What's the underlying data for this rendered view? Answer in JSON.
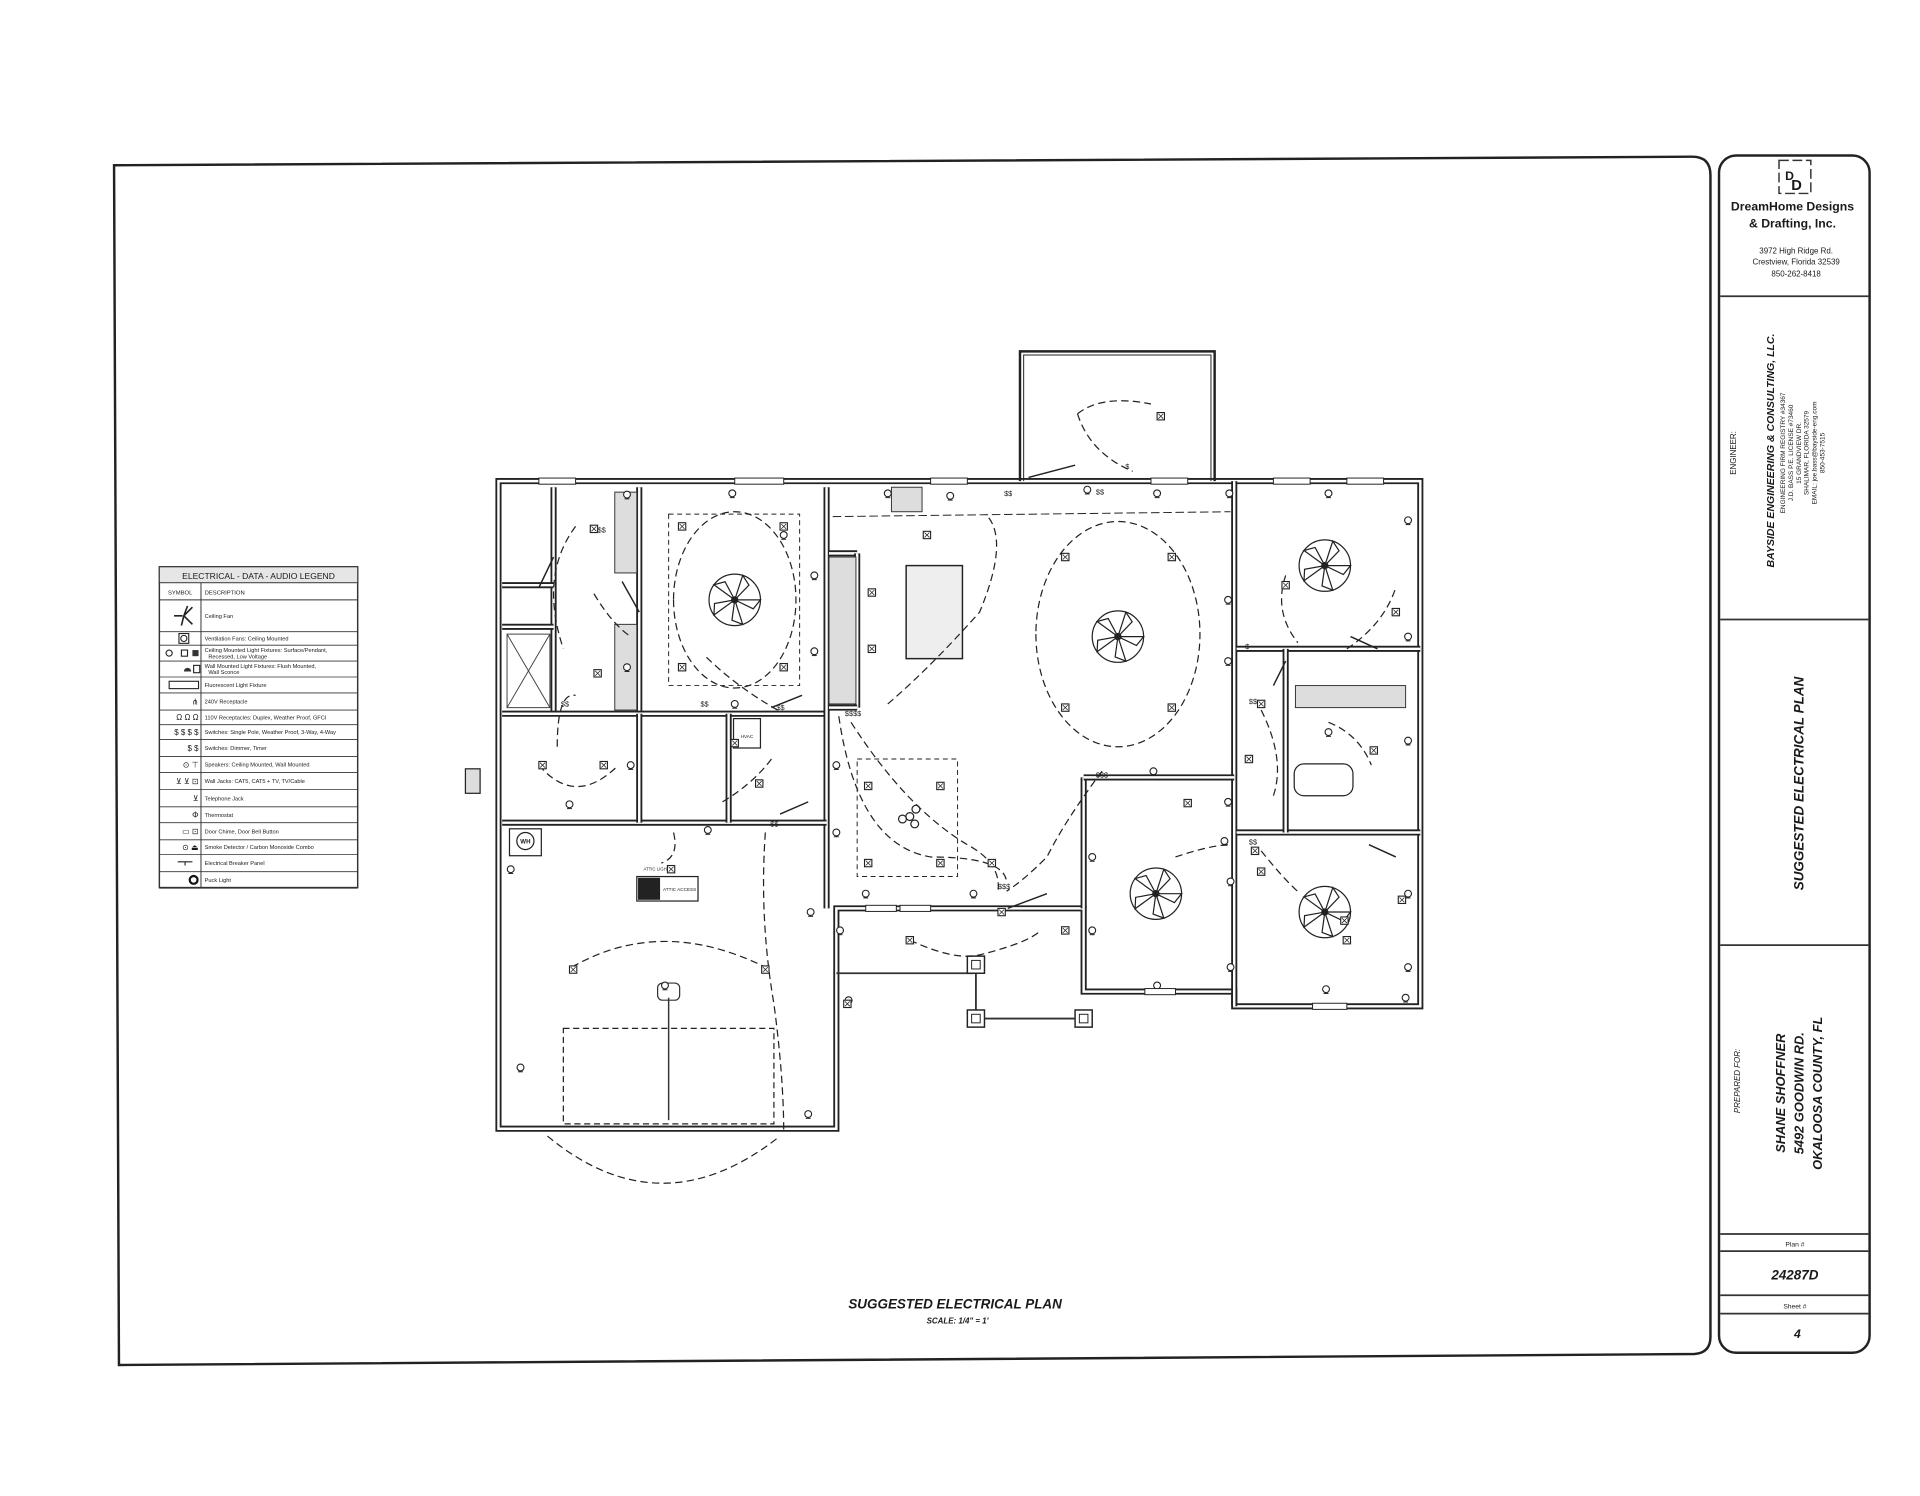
{
  "sheet": {
    "drawing_title": "SUGGESTED ELECTRICAL PLAN",
    "drawing_scale": "SCALE: 1/4\" = 1'"
  },
  "title_block": {
    "logo_letters": "DD",
    "company_line1": "DreamHome Designs",
    "company_line2": "& Drafting, Inc.",
    "address_lines": [
      "3972 High Ridge Rd.",
      "Crestview, Florida 32539",
      "850-262-8418"
    ],
    "engineer_label": "ENGINEER:",
    "engineer_name": "BAYSIDE ENGINEERING & CONSULTING, LLC.",
    "engineer_lines": [
      "ENGINEERING FIRM REGISTRY #34367",
      "J.D. BASS P.E. LICENSE #73460",
      "15 GRANDVIEW DR.",
      "SHALIMAR, FLORIDA 32579",
      "EMAIL: joe.bass@bayside-eng.com",
      "850-453-7515"
    ],
    "sheet_title": "SUGGESTED ELECTRICAL PLAN",
    "prepared_for_label": "PREPARED FOR:",
    "client_lines": [
      "SHANE SHOFFNER",
      "5492 GOODWIN RD.",
      "OKALOOSA COUNTY, FL"
    ],
    "plan_label": "Plan #",
    "plan_number": "24287D",
    "sheet_label": "Sheet #",
    "sheet_number": "4"
  },
  "legend": {
    "title": "ELECTRICAL - DATA - AUDIO LEGEND",
    "col_symbol": "SYMBOL",
    "col_description": "DESCRIPTION",
    "rows": [
      {
        "icon": "ceiling-fan-icon",
        "description": [
          "Ceiling Fan"
        ]
      },
      {
        "icon": "ventilation-fan-icon",
        "description": [
          "Ventilation Fans: Ceiling Mounted"
        ]
      },
      {
        "icon": "ceiling-light-icon",
        "description": [
          "Ceiling Mounted Light Fixtures: Surface/Pendant,",
          "Recessed, Low Voltage"
        ]
      },
      {
        "icon": "wall-light-icon",
        "description": [
          "Wall Mounted Light Fixtures: Flush Mounted,",
          "Wall Sconce"
        ]
      },
      {
        "icon": "fluorescent-light-icon",
        "description": [
          "Fluorescent Light Fixture"
        ]
      },
      {
        "icon": "receptacle-240v-icon",
        "description": [
          "240V Receptacle"
        ]
      },
      {
        "icon": "receptacle-110v-icon",
        "description": [
          "110V Receptacles: Duplex, Weather Proof, GFCI"
        ]
      },
      {
        "icon": "switch-icon",
        "description": [
          "Switches: Single Pole, Weather Proof, 3-Way, 4-Way"
        ]
      },
      {
        "icon": "dimmer-switch-icon",
        "description": [
          "Switches: Dimmer, Timer"
        ]
      },
      {
        "icon": "speaker-icon",
        "description": [
          "Speakers: Ceiling Mounted, Wall Mounted"
        ]
      },
      {
        "icon": "wall-jack-icon",
        "description": [
          "Wall Jacks: CAT5, CAT5 + TV, TV/Cable"
        ]
      },
      {
        "icon": "telephone-jack-icon",
        "description": [
          "Telephone Jack"
        ]
      },
      {
        "icon": "thermostat-icon",
        "description": [
          "Thermostat"
        ]
      },
      {
        "icon": "door-chime-icon",
        "description": [
          "Door Chime, Door Bell Button"
        ]
      },
      {
        "icon": "smoke-detector-icon",
        "description": [
          "Smoke Detector / Carbon Monoxide Combo"
        ]
      },
      {
        "icon": "breaker-panel-icon",
        "description": [
          "Electrical Breaker Panel"
        ]
      },
      {
        "icon": "puck-light-icon",
        "description": [
          "Puck Light"
        ]
      }
    ]
  },
  "plan_labels": {
    "water_heater": "WH",
    "hvac": "HVAC",
    "attic_light": "ATTIC LIGHT",
    "attic_access": "ATTIC ACCESS"
  }
}
